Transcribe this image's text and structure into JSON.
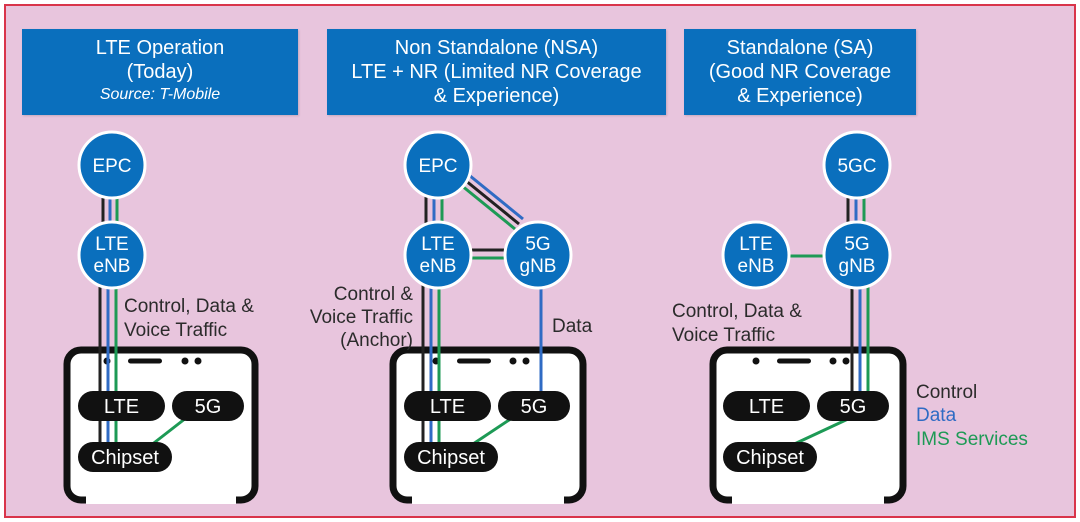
{
  "panels": [
    {
      "title_lines": [
        "LTE Operation",
        "(Today)"
      ],
      "source": "Source: T-Mobile",
      "nodes": {
        "core": "EPC",
        "enb_line1": "LTE",
        "enb_line2": "eNB"
      },
      "caption_lines": [
        "Control, Data &",
        "Voice Traffic"
      ],
      "chips": {
        "lte": "LTE",
        "g5": "5G",
        "chipset": "Chipset"
      }
    },
    {
      "title_lines": [
        "Non Standalone (NSA)",
        "LTE + NR (Limited NR Coverage",
        "& Experience)"
      ],
      "nodes": {
        "core": "EPC",
        "enb_line1": "LTE",
        "enb_line2": "eNB",
        "gnb_line1": "5G",
        "gnb_line2": "gNB"
      },
      "caption_lines": [
        "Control &",
        "Voice Traffic",
        "(Anchor)"
      ],
      "data_label": "Data",
      "chips": {
        "lte": "LTE",
        "g5": "5G",
        "chipset": "Chipset"
      }
    },
    {
      "title_lines": [
        "Standalone (SA)",
        "(Good NR Coverage",
        "& Experience)"
      ],
      "nodes": {
        "core": "5GC",
        "enb_line1": "LTE",
        "enb_line2": "eNB",
        "gnb_line1": "5G",
        "gnb_line2": "gNB"
      },
      "caption_lines": [
        "Control, Data &",
        "Voice Traffic"
      ],
      "chips": {
        "lte": "LTE",
        "g5": "5G",
        "chipset": "Chipset"
      }
    }
  ],
  "legend": [
    {
      "label": "Control",
      "color": "#222222"
    },
    {
      "label": "Data",
      "color": "#2f6bc4"
    },
    {
      "label": "IMS Services",
      "color": "#1d9a55"
    }
  ],
  "colors": {
    "background": "#e8c5dd",
    "border": "#d9344a",
    "header": "#0a6fbd",
    "node": "#0a6fbd",
    "control": "#222222",
    "data": "#2f6bc4",
    "ims": "#1d9a55"
  }
}
